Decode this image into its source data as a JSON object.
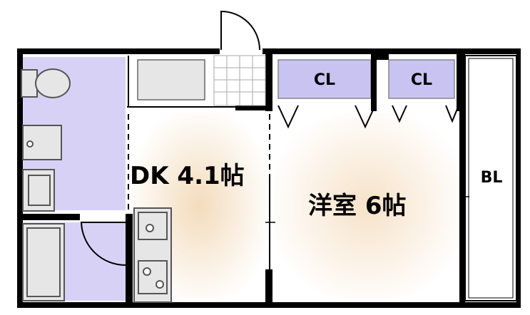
{
  "rooms": {
    "dk": {
      "label": "DK 4.1帖"
    },
    "western": {
      "label": "洋室 6帖"
    },
    "closet_left": {
      "label": "CL"
    },
    "closet_right": {
      "label": "CL"
    },
    "balcony": {
      "label": "BL"
    }
  },
  "colors": {
    "wall": "#000000",
    "wet_area": "#c9c3f2",
    "closet_fill": "#c9c3f2",
    "floor_glow": "#f5e4cc",
    "fixture_fill": "#e6e6e6",
    "fixture_stroke": "#555555"
  }
}
